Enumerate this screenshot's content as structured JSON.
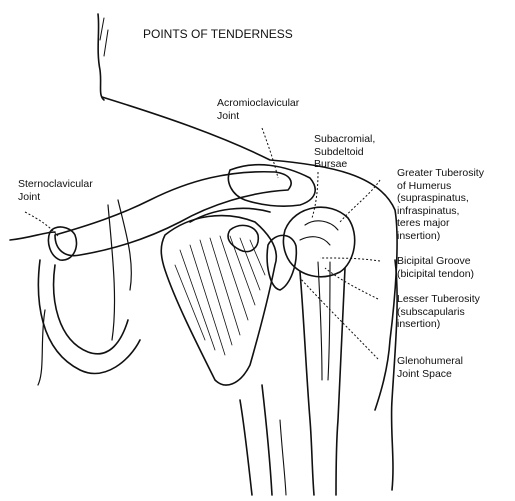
{
  "title": "POINTS OF TENDERNESS",
  "labels": {
    "sternoclavicular": [
      "Sternoclavicular",
      "Joint"
    ],
    "acromioclavicular": [
      "Acromioclavicular",
      "Joint"
    ],
    "subacromial": [
      "Subacromial,",
      "Subdeltoid",
      "Bursae"
    ],
    "greater_tuberosity": [
      "Greater Tuberosity",
      "of Humerus",
      "(supraspinatus,",
      "infraspinatus,",
      "teres major",
      "insertion)"
    ],
    "bicipital_groove": [
      "Bicipital Groove",
      "(bicipital tendon)"
    ],
    "lesser_tuberosity": [
      "Lesser Tuberosity",
      "(subscapularis",
      "insertion)"
    ],
    "glenohumeral": [
      "Glenohumeral",
      "Joint Space"
    ]
  },
  "colors": {
    "ink": "#111111",
    "background": "#ffffff"
  }
}
